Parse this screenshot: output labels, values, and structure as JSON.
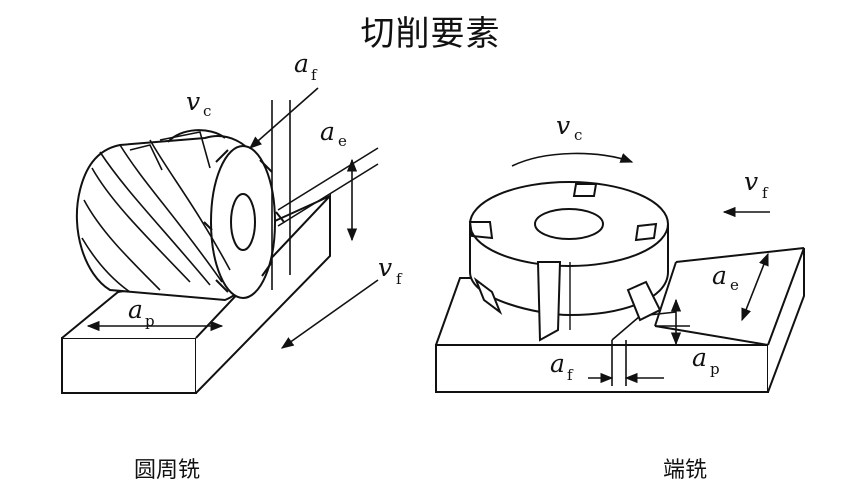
{
  "title": "切削要素",
  "diagrams": [
    {
      "caption": "圆周铣",
      "labels": {
        "vc": {
          "sym": "v",
          "sub": "c"
        },
        "af": {
          "sym": "a",
          "sub": "f"
        },
        "ae": {
          "sym": "a",
          "sub": "e"
        },
        "vf": {
          "sym": "v",
          "sub": "f"
        },
        "ap": {
          "sym": "a",
          "sub": "p"
        }
      }
    },
    {
      "caption": "端铣",
      "labels": {
        "vc": {
          "sym": "v",
          "sub": "c"
        },
        "vf": {
          "sym": "v",
          "sub": "f"
        },
        "ae": {
          "sym": "a",
          "sub": "e"
        },
        "af": {
          "sym": "a",
          "sub": "f"
        },
        "ap": {
          "sym": "a",
          "sub": "p"
        }
      }
    }
  ]
}
